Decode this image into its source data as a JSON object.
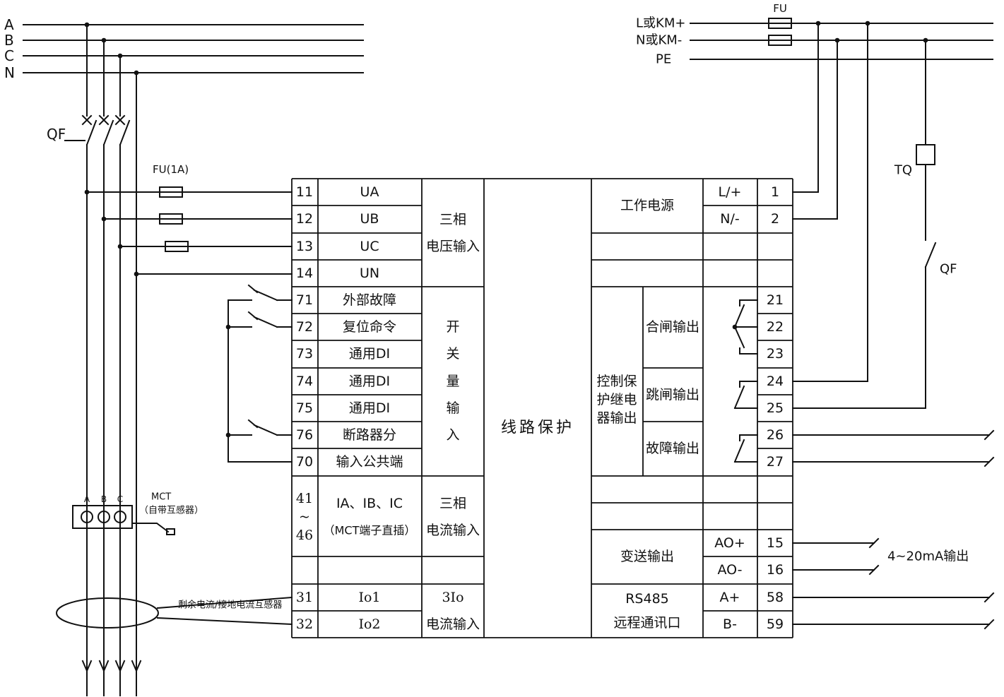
{
  "colors": {
    "ink": "#111111",
    "bg": "#ffffff"
  },
  "bus": {
    "labels": [
      "A",
      "B",
      "C",
      "N"
    ]
  },
  "left": {
    "breaker_label": "QF",
    "fuse_label": "FU(1A)",
    "mct": {
      "title": "MCT",
      "subtitle": "（自带互感器）",
      "terminals": [
        "A",
        "B",
        "C"
      ]
    },
    "residual_ct_label": "剩余电流/接地电流互感器"
  },
  "device": {
    "title": "线路保护",
    "voltage": {
      "group": [
        "三相",
        "电压输入"
      ],
      "rows": [
        {
          "no": "11",
          "name": "UA"
        },
        {
          "no": "12",
          "name": "UB"
        },
        {
          "no": "13",
          "name": "UC"
        },
        {
          "no": "14",
          "name": "UN"
        }
      ]
    },
    "digital": {
      "group": [
        "开",
        "关",
        "量",
        "输",
        "入"
      ],
      "rows": [
        {
          "no": "71",
          "name": "外部故障"
        },
        {
          "no": "72",
          "name": "复位命令"
        },
        {
          "no": "73",
          "name": "通用DI"
        },
        {
          "no": "74",
          "name": "通用DI"
        },
        {
          "no": "75",
          "name": "通用DI"
        },
        {
          "no": "76",
          "name": "断路器分"
        },
        {
          "no": "70",
          "name": "输入公共端"
        }
      ]
    },
    "current": {
      "group": [
        "三相",
        "电流输入"
      ],
      "nos": [
        "41",
        "~",
        "46"
      ],
      "name": [
        "IA、IB、IC",
        "（MCT端子直插）"
      ]
    },
    "io_current": {
      "group": [
        "3Io",
        "电流输入"
      ],
      "rows": [
        {
          "no": "31",
          "name": "Io1"
        },
        {
          "no": "32",
          "name": "Io2"
        }
      ]
    },
    "power": {
      "label": "工作电源",
      "rows": [
        {
          "name": "L/+",
          "no": "1"
        },
        {
          "name": "N/-",
          "no": "2"
        }
      ]
    },
    "relay": {
      "label": [
        "控制保",
        "护继电",
        "器输出"
      ],
      "close": {
        "label": "合闸输出",
        "nos": [
          "21",
          "22",
          "23"
        ]
      },
      "trip": {
        "label": "跳闸输出",
        "nos": [
          "24",
          "25"
        ]
      },
      "fault": {
        "label": "故障输出",
        "nos": [
          "26",
          "27"
        ]
      }
    },
    "analog": {
      "label": "变送输出",
      "rows": [
        {
          "name": "AO+",
          "no": "15"
        },
        {
          "name": "AO-",
          "no": "16"
        }
      ]
    },
    "comm": {
      "label": [
        "RS485",
        "远程通讯口"
      ],
      "rows": [
        {
          "name": "A+",
          "no": "58"
        },
        {
          "name": "B-",
          "no": "59"
        }
      ]
    }
  },
  "right": {
    "supply": {
      "l": "L或KM+",
      "n": "N或KM-",
      "pe": "PE",
      "fuse": "FU"
    },
    "trip_coil": "TQ",
    "breaker": "QF",
    "analog_note": "4~20mA输出"
  }
}
